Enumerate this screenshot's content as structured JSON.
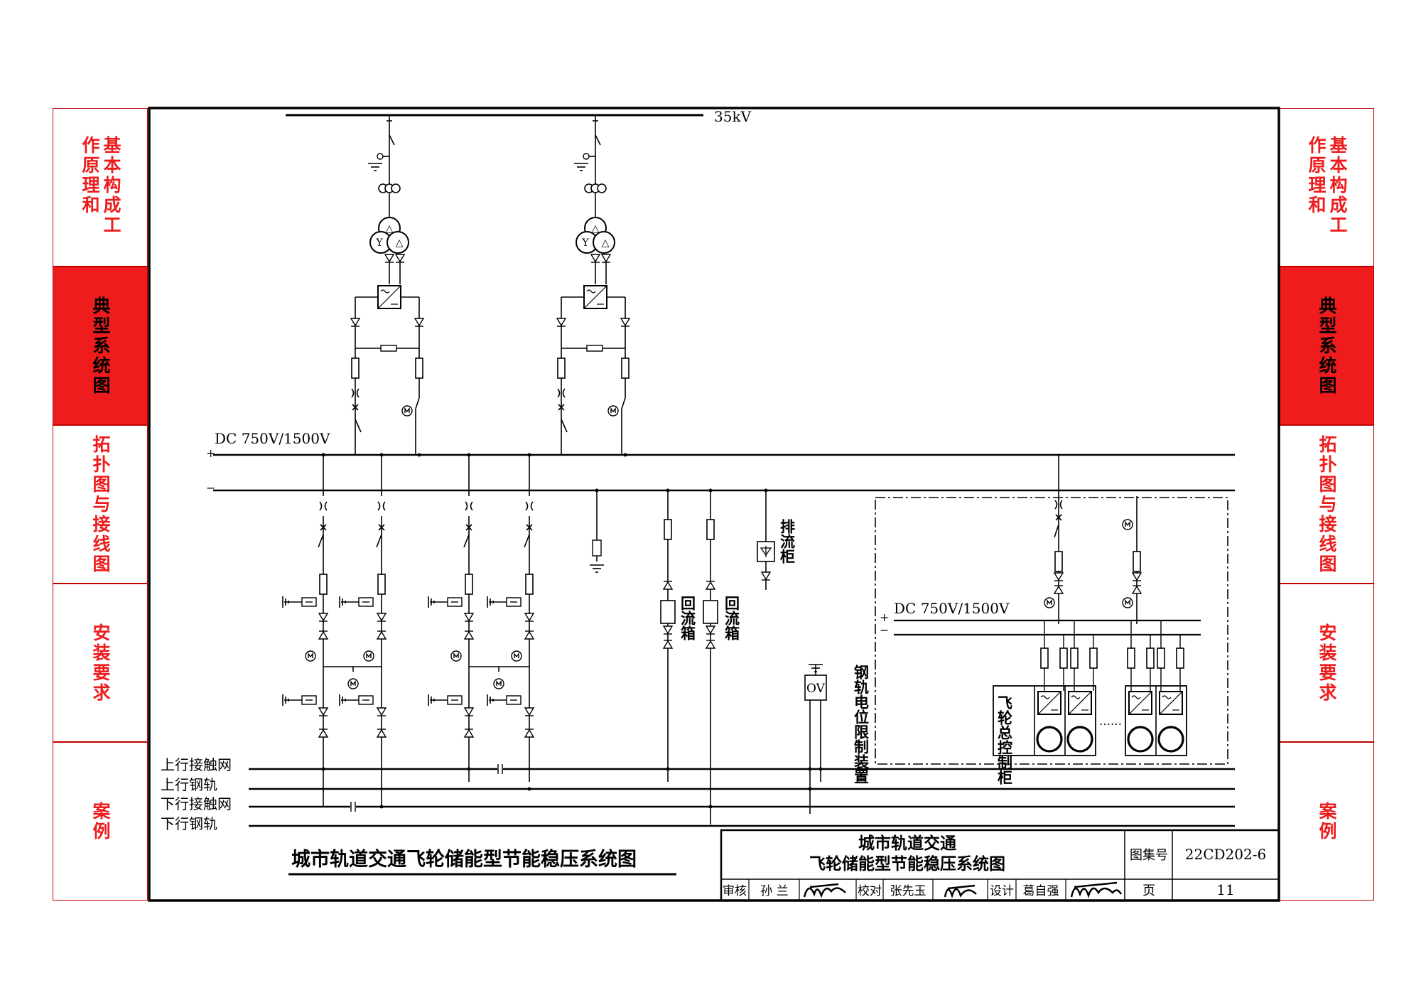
{
  "side_tabs": [
    {
      "label": "基本构成工作原理和",
      "active": false
    },
    {
      "label": "典型系统图",
      "active": true
    },
    {
      "label": "拓扑图与接线图",
      "active": false
    },
    {
      "label": "安装要求",
      "active": false
    },
    {
      "label": "案例",
      "active": false
    }
  ],
  "labels": {
    "hv_bus": "35kV",
    "dc_bus": "DC 750V/1500V",
    "plus": "+",
    "minus": "−",
    "drain_cabinet": "排流柜",
    "return_box": "回流箱",
    "ov_device": "OV",
    "rail_limiter": "钢轨电位限制装置",
    "sub_dc_bus": "DC 750V/1500V",
    "flywheel_cabinet": "飞轮总控制柜",
    "ellipsis": "……"
  },
  "lines": [
    "上行接触网",
    "上行钢轨",
    "下行接触网",
    "下行钢轨"
  ],
  "drawing_title": "城市轨道交通飞轮储能型节能稳压系统图",
  "title_block": {
    "title_line1": "城市轨道交通",
    "title_line2": "飞轮储能型节能稳压系统图",
    "atlas_label": "图集号",
    "atlas_no": "22CD202-6",
    "review_label": "审核",
    "review_name": "孙 兰",
    "check_label": "校对",
    "check_name": "张先玉",
    "design_label": "设计",
    "design_name": "葛自强",
    "page_label": "页",
    "page_no": "11"
  },
  "colors": {
    "accent_red": "#ee1c1c",
    "border_red": "#c00000",
    "line": "#000000"
  }
}
